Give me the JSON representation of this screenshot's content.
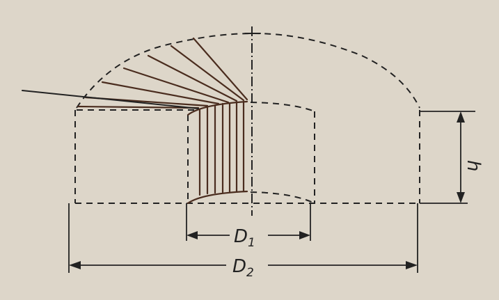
{
  "labels": {
    "d1": "D",
    "d1_sub": "1",
    "d2": "D",
    "d2_sub": "2",
    "h": "h"
  },
  "colors": {
    "background": "#ddd6c9",
    "line": "#222222",
    "hatch": "#4a2c1e"
  }
}
